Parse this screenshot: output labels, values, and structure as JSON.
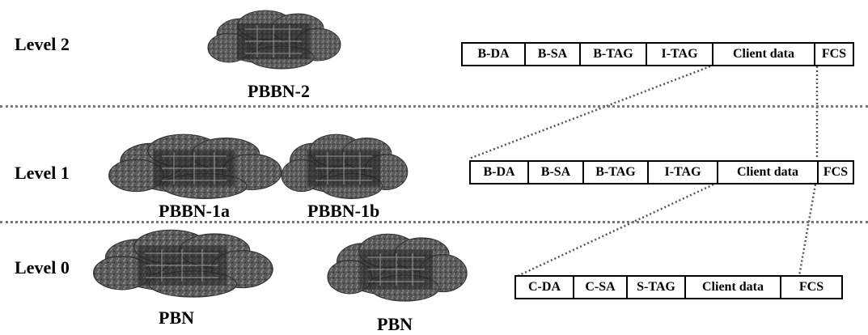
{
  "levels": [
    {
      "label": "Level 2"
    },
    {
      "label": "Level 1"
    },
    {
      "label": "Level 0"
    }
  ],
  "networks": {
    "pbbn2": "PBBN-2",
    "pbbn1a": "PBBN-1a",
    "pbbn1b": "PBBN-1b",
    "pbn_left": "PBN",
    "pbn_right": "PBN"
  },
  "frames": {
    "level2": [
      "B-DA",
      "B-SA",
      "B-TAG",
      "I-TAG",
      "Client data",
      "FCS"
    ],
    "level1": [
      "B-DA",
      "B-SA",
      "B-TAG",
      "I-TAG",
      "Client data",
      "FCS"
    ],
    "level0": [
      "C-DA",
      "C-SA",
      "S-TAG",
      "Client data",
      "FCS"
    ]
  },
  "colors": {
    "cloud_fill": "#5a5a5a",
    "cloud_dark": "#2f2f2f",
    "divider": "#777777"
  }
}
